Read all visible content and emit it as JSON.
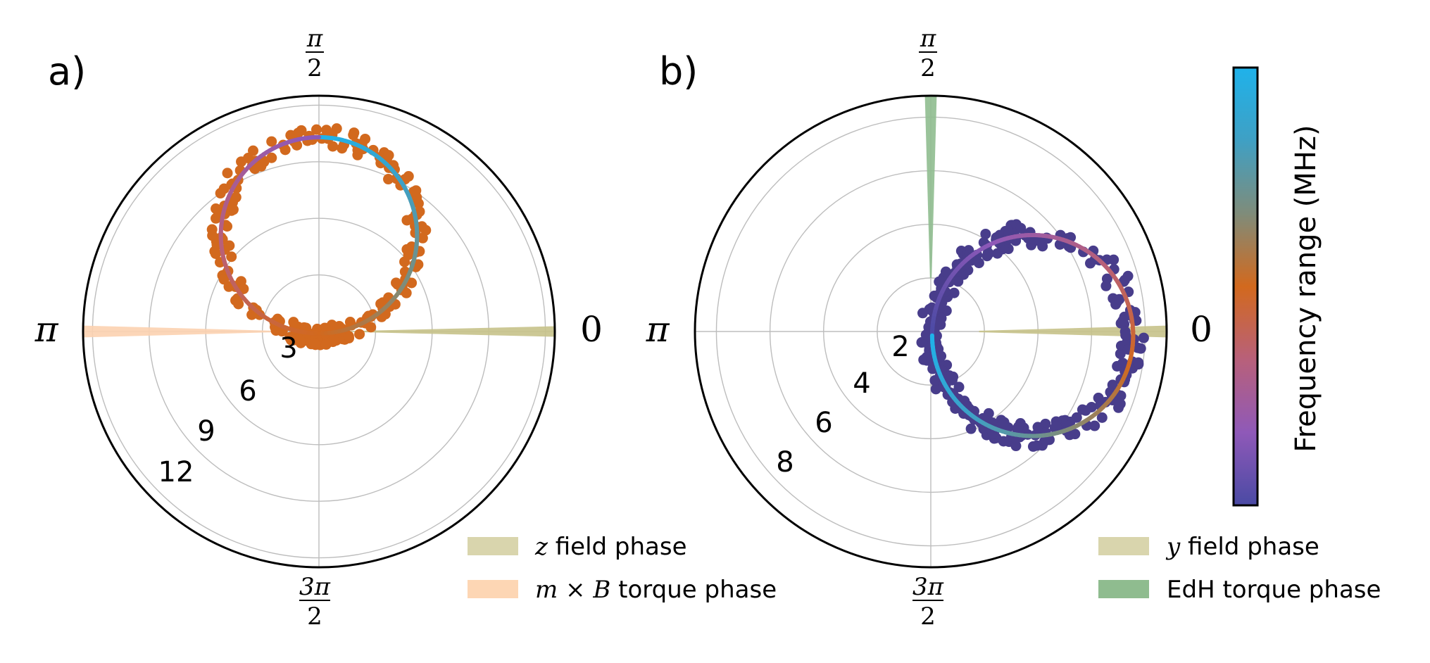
{
  "chart_data": [
    {
      "type": "scatter",
      "panel_label": "a)",
      "projection": "polar",
      "theta_labels": {
        "east": "0",
        "north": "π/2",
        "west": "π",
        "south": "3π/2"
      },
      "theta_label_parts": {
        "north": {
          "num": "π",
          "den": "2"
        },
        "south": {
          "num": "3π",
          "den": "2"
        }
      },
      "r_ticks": [
        "3",
        "6",
        "9",
        "12"
      ],
      "r_tick_values": [
        3,
        6,
        9,
        12
      ],
      "rlim": [
        0,
        12.5
      ],
      "grid": true,
      "legend_placement": "bottom-right",
      "legend": [
        {
          "math": "z",
          "text": " field phase",
          "color": "#d9d5ad"
        },
        {
          "math": "m × B",
          "text": " torque phase",
          "color": "#fdd6b4"
        }
      ],
      "point_color": "#d2691e",
      "phase_bands": [
        {
          "theta_deg": 0,
          "half_width_deg": 0.8,
          "r_start": 1.5,
          "color": "#c6c28a"
        },
        {
          "theta_deg": 180,
          "half_width_deg": 0.9,
          "r_start": 2.0,
          "color": "#fcd2b0"
        }
      ],
      "fit_circle": {
        "center_x": 0,
        "center_y": 5.1,
        "radius": 5.2,
        "color_start_deg": 90,
        "color_end_deg": 270
      },
      "scatter_points": [
        {
          "theta_deg": 85,
          "r": 10.8
        },
        {
          "theta_deg": 80,
          "r": 10.7
        },
        {
          "theta_deg": 95,
          "r": 10.7
        },
        {
          "theta_deg": 70,
          "r": 10.1
        },
        {
          "theta_deg": 110,
          "r": 10.2
        },
        {
          "theta_deg": 60,
          "r": 9.5
        },
        {
          "theta_deg": 120,
          "r": 9.7
        },
        {
          "theta_deg": 50,
          "r": 8.3
        },
        {
          "theta_deg": 130,
          "r": 8.5
        },
        {
          "theta_deg": 42,
          "r": 7.4
        },
        {
          "theta_deg": 138,
          "r": 7.6
        },
        {
          "theta_deg": 35,
          "r": 6.2
        },
        {
          "theta_deg": 145,
          "r": 6.4
        },
        {
          "theta_deg": 28,
          "r": 5.0
        },
        {
          "theta_deg": 152,
          "r": 5.2
        },
        {
          "theta_deg": 20,
          "r": 3.6
        },
        {
          "theta_deg": 160,
          "r": 3.7
        },
        {
          "theta_deg": 12,
          "r": 2.3
        },
        {
          "theta_deg": 168,
          "r": 2.4
        },
        {
          "theta_deg": 5,
          "r": 1.0
        },
        {
          "theta_deg": 175,
          "r": 1.1
        },
        {
          "theta_deg": 270,
          "r": 0.3
        },
        {
          "theta_deg": 300,
          "r": 0.4
        },
        {
          "theta_deg": 240,
          "r": 0.4
        },
        {
          "theta_deg": 255,
          "r": 0.2
        },
        {
          "theta_deg": 285,
          "r": 0.2
        },
        {
          "theta_deg": 330,
          "r": 0.5
        },
        {
          "theta_deg": 210,
          "r": 0.5
        },
        {
          "theta_deg": 350,
          "r": 0.7
        },
        {
          "theta_deg": 190,
          "r": 0.8
        }
      ],
      "scatter_noise": {
        "count": 160,
        "seed": 7,
        "r_jitter": 0.3,
        "cluster_count": 70
      }
    },
    {
      "type": "scatter",
      "panel_label": "b)",
      "projection": "polar",
      "theta_labels": {
        "east": "0",
        "north": "π/2",
        "west": "π",
        "south": "3π/2"
      },
      "theta_label_parts": {
        "north": {
          "num": "π",
          "den": "2"
        },
        "south": {
          "num": "3π",
          "den": "2"
        }
      },
      "r_ticks": [
        "2",
        "4",
        "6",
        "8"
      ],
      "r_tick_values": [
        2,
        4,
        6,
        8
      ],
      "rlim": [
        0,
        8.8
      ],
      "grid": true,
      "legend_placement": "bottom-right",
      "legend": [
        {
          "math": "y",
          "text": " field phase",
          "color": "#d9d5ad"
        },
        {
          "math": "",
          "text": "EdH torque phase",
          "color": "#8fbc8f"
        }
      ],
      "point_color": "#483d8b",
      "phase_bands": [
        {
          "theta_deg": 0,
          "half_width_deg": 0.9,
          "r_start": 1.8,
          "color": "#c6c28a"
        },
        {
          "theta_deg": 90,
          "half_width_deg": 0.9,
          "r_start": 2.0,
          "color": "#8fbc8f"
        }
      ],
      "fit_circle": {
        "center_x": 3.8,
        "center_y": -0.15,
        "radius": 3.75,
        "color_start_deg": 180,
        "color_end_deg": 360
      },
      "scatter_points": [],
      "scatter_noise": {
        "count": 210,
        "seed": 11,
        "r_jitter": 0.28,
        "cluster_count": 100
      }
    }
  ],
  "colorbar": {
    "label": "Frequency range (MHz)",
    "colors": [
      "#4a4aa4",
      "#8f59b8",
      "#b8607a",
      "#d2691e",
      "#7f8c7a",
      "#3fa0c4",
      "#1fb2ea"
    ]
  }
}
